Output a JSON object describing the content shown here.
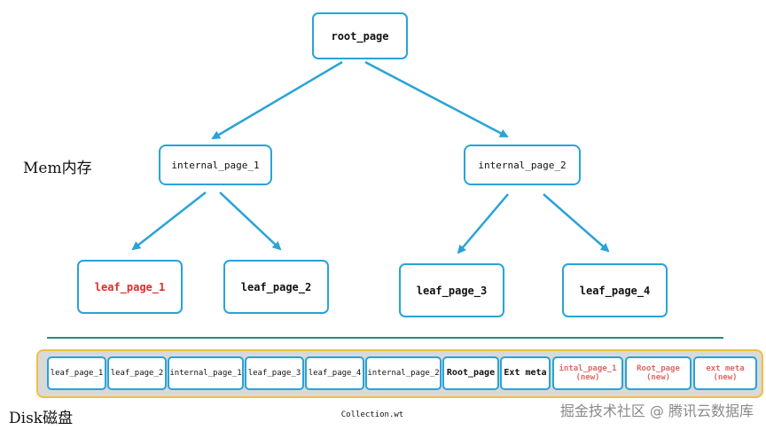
{
  "mem_label": "Mem内存",
  "disk_label": "Disk磁盘",
  "tree": {
    "root": "root_page",
    "internal_1": "internal_page_1",
    "internal_2": "internal_page_2",
    "leaf_1": "leaf_page_1",
    "leaf_2": "leaf_page_2",
    "leaf_3": "leaf_page_3",
    "leaf_4": "leaf_page_4"
  },
  "disk_cells": [
    {
      "label": "leaf_page_1",
      "sub": ""
    },
    {
      "label": "leaf_page_2",
      "sub": ""
    },
    {
      "label": "internal_page_1",
      "sub": ""
    },
    {
      "label": "leaf_page_3",
      "sub": ""
    },
    {
      "label": "leaf_page_4",
      "sub": ""
    },
    {
      "label": "internal_page_2",
      "sub": ""
    },
    {
      "label": "Root_page",
      "sub": ""
    },
    {
      "label": "Ext meta",
      "sub": ""
    },
    {
      "label": "intal_page_1",
      "sub": "(new)"
    },
    {
      "label": "Root_page",
      "sub": "(new)"
    },
    {
      "label": "ext meta",
      "sub": "(new)"
    }
  ],
  "file_name": "Collection.wt",
  "watermark": "掘金技术社区 @ 腾讯云数据库",
  "colors": {
    "node_border": "#29a3d9",
    "arrow": "#29a3d9",
    "highlight_text": "#e02b2b",
    "new_text": "#e06666",
    "divider": "#2e8b78",
    "disk_border": "#f0c040",
    "disk_fill": "#d9d9d9"
  }
}
